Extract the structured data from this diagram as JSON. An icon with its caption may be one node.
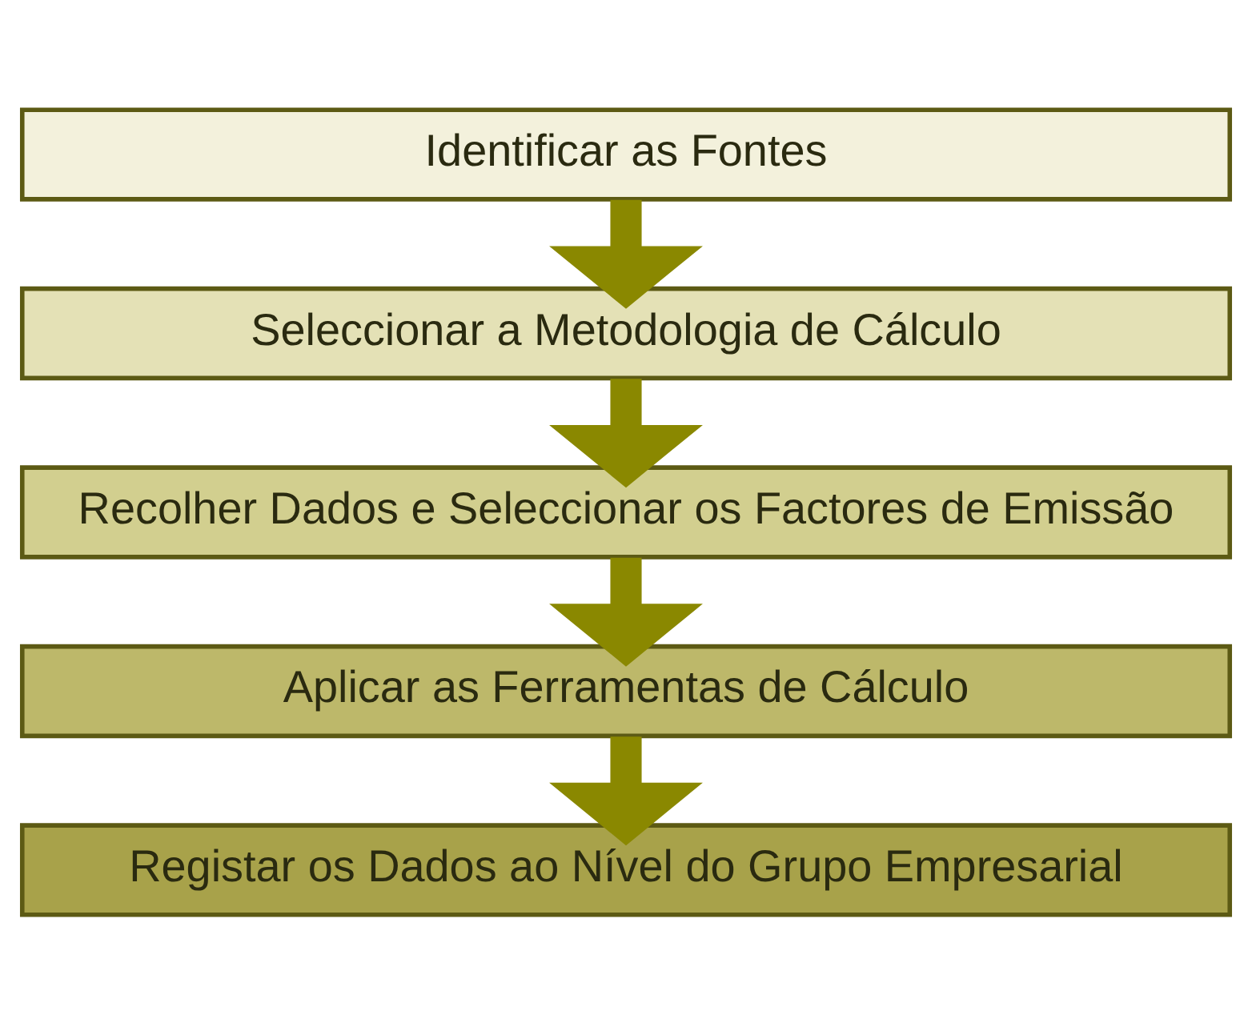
{
  "diagram": {
    "nodes": [
      {
        "text": [
          "Identificar as Fontes"
        ]
      },
      {
        "text": [
          "Seleccionar a Metodologia de Cálculo"
        ]
      },
      {
        "text": [
          "Recolher Dados e Seleccionar os Factores de Emissão"
        ]
      },
      {
        "text": [
          "Aplicar as Ferramentas de Cálculo"
        ]
      },
      {
        "text": [
          "Registar os Dados ao Nível do Grupo Empresarial"
        ]
      }
    ],
    "edges": [
      {
        "from": 0,
        "to": 1,
        "arrow": "to"
      },
      {
        "from": 1,
        "to": 2,
        "arrow": "to"
      },
      {
        "from": 2,
        "to": 3,
        "arrow": "to"
      },
      {
        "from": 3,
        "to": 4,
        "arrow": "to"
      }
    ]
  }
}
